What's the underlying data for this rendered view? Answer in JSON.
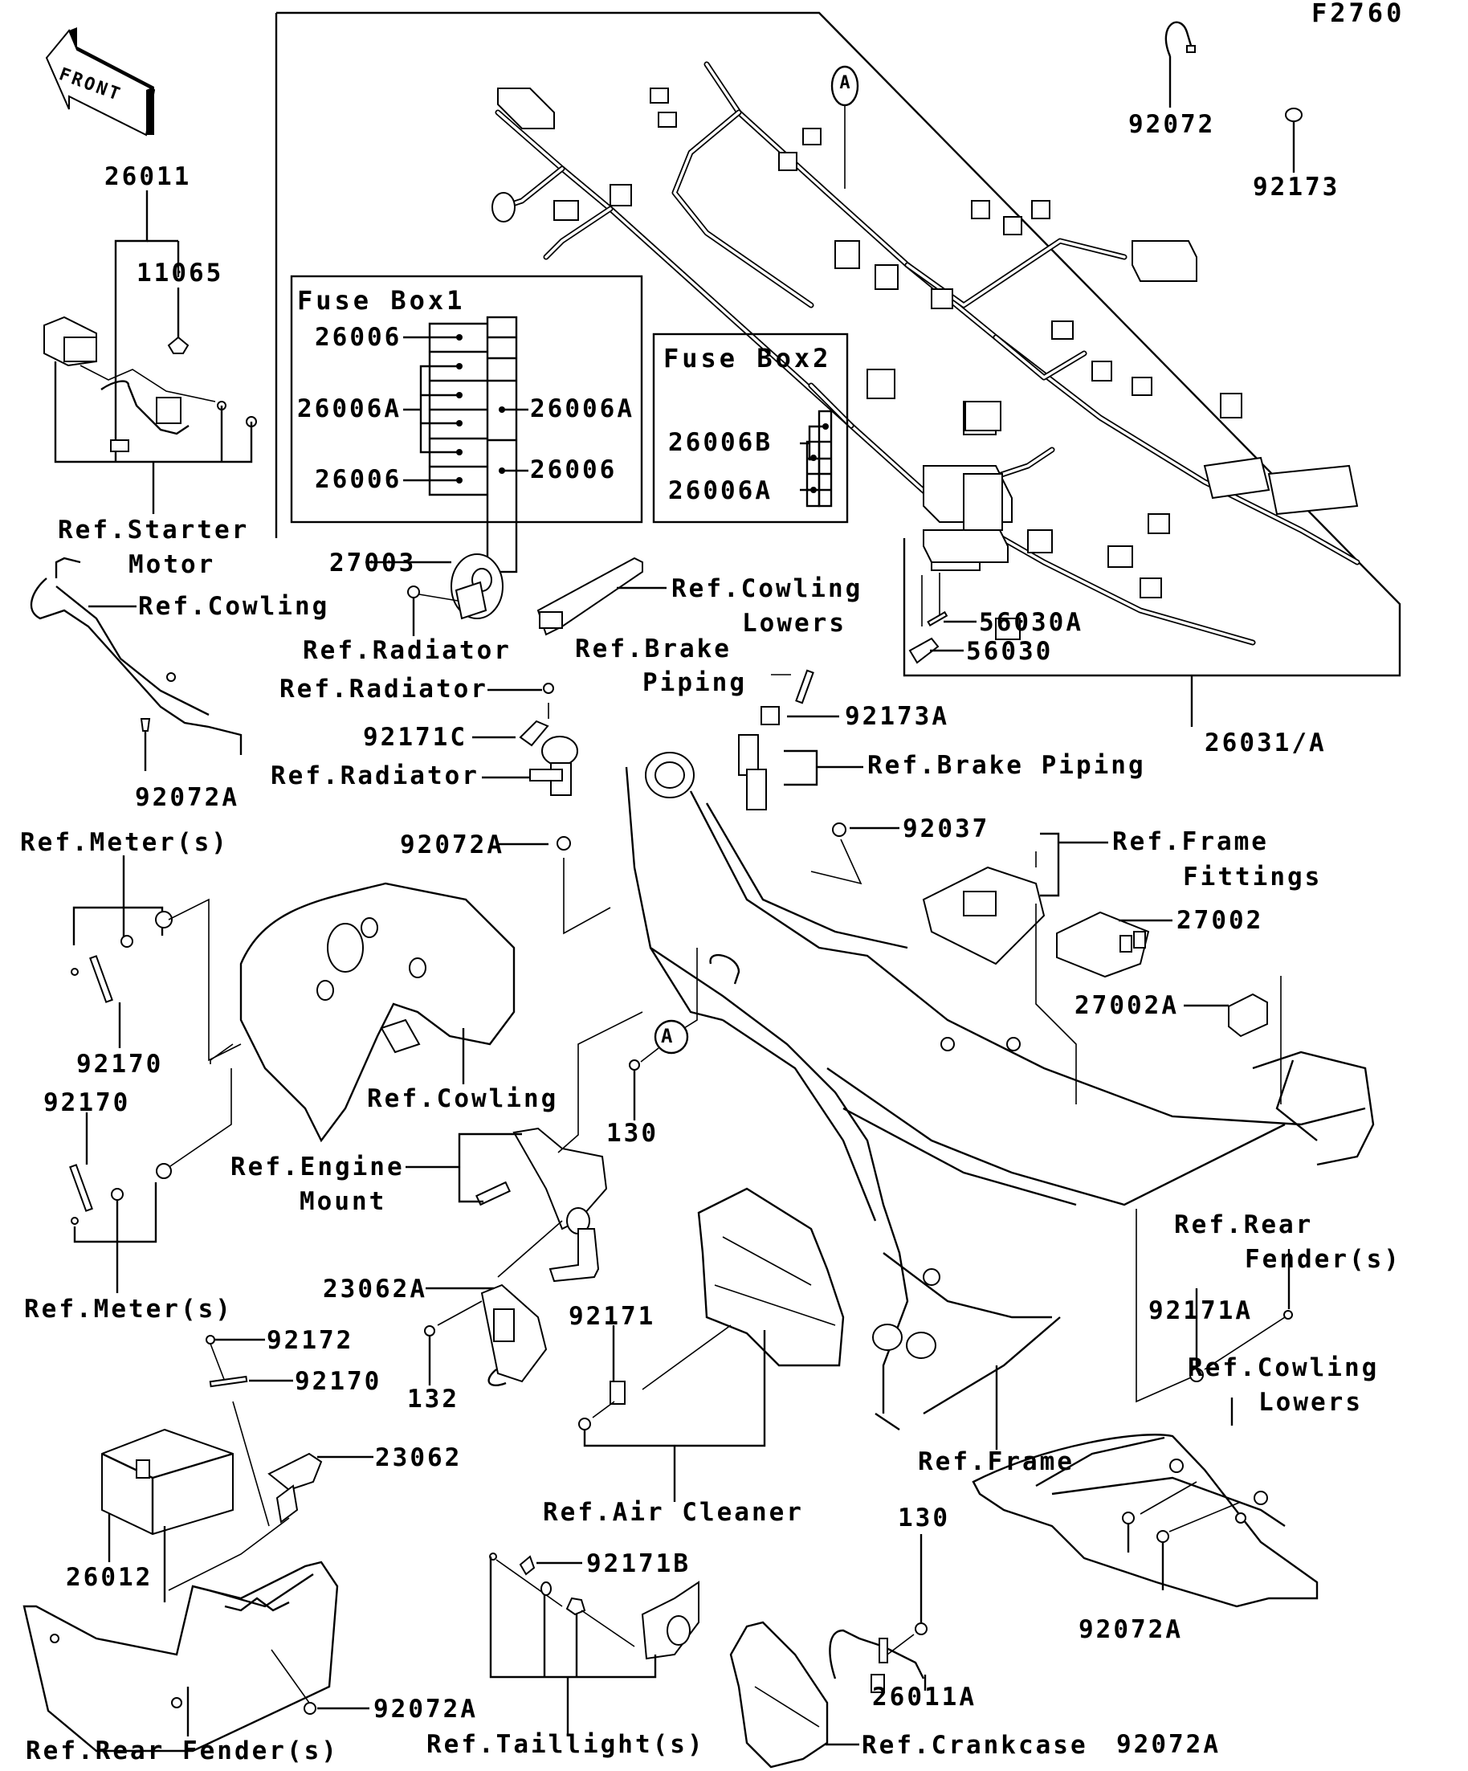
{
  "figure_code": "F2760",
  "front_arrow": {
    "text": "FRONT",
    "icon": "front-direction-arrow-icon"
  },
  "callout_marker": "A",
  "fuse_box_1": {
    "title": "Fuse Box1",
    "labels": [
      "26006",
      "26006A",
      "26006",
      "26006A",
      "26006"
    ]
  },
  "fuse_box_2": {
    "title": "Fuse Box2",
    "labels": [
      "26006B",
      "26006A"
    ]
  },
  "parts": [
    "26011",
    "11065",
    "92072",
    "92173",
    "27003",
    "92171C",
    "92173A",
    "92037",
    "27002",
    "27002A",
    "56030A",
    "56030",
    "26031/A",
    "92072A",
    "92170",
    "92170",
    "92072A",
    "130",
    "23062A",
    "132",
    "92172",
    "92170",
    "23062",
    "26012",
    "92072A",
    "92171",
    "92171B",
    "130",
    "26011A",
    "92171A",
    "92072A",
    "92072A"
  ],
  "references": {
    "starter_motor": [
      "Ref.Starter",
      "Motor"
    ],
    "cowling_top": "Ref.Cowling",
    "radiator_1": "Ref.Radiator",
    "radiator_2": "Ref.Radiator",
    "radiator_3": "Ref.Radiator",
    "cowling_lowers_top": [
      "Ref.Cowling",
      "Lowers"
    ],
    "brake_piping_1": [
      "Ref.Brake",
      "Piping"
    ],
    "brake_piping_2": "Ref.Brake Piping",
    "frame_fittings": [
      "Ref.Frame",
      "Fittings"
    ],
    "meters_1": "Ref.Meter(s)",
    "meters_2": "Ref.Meter(s)",
    "cowling_mid": "Ref.Cowling",
    "engine_mount": [
      "Ref.Engine",
      "Mount"
    ],
    "rear_fender_right": [
      "Ref.Rear",
      "Fender(s)"
    ],
    "frame": "Ref.Frame",
    "air_cleaner": "Ref.Air Cleaner",
    "cowling_lowers_bottom": [
      "Ref.Cowling",
      "Lowers"
    ],
    "rear_fender_bottom": "Ref.Rear Fender(s)",
    "taillights": "Ref.Taillight(s)",
    "crankcase": "Ref.Crankcase"
  }
}
